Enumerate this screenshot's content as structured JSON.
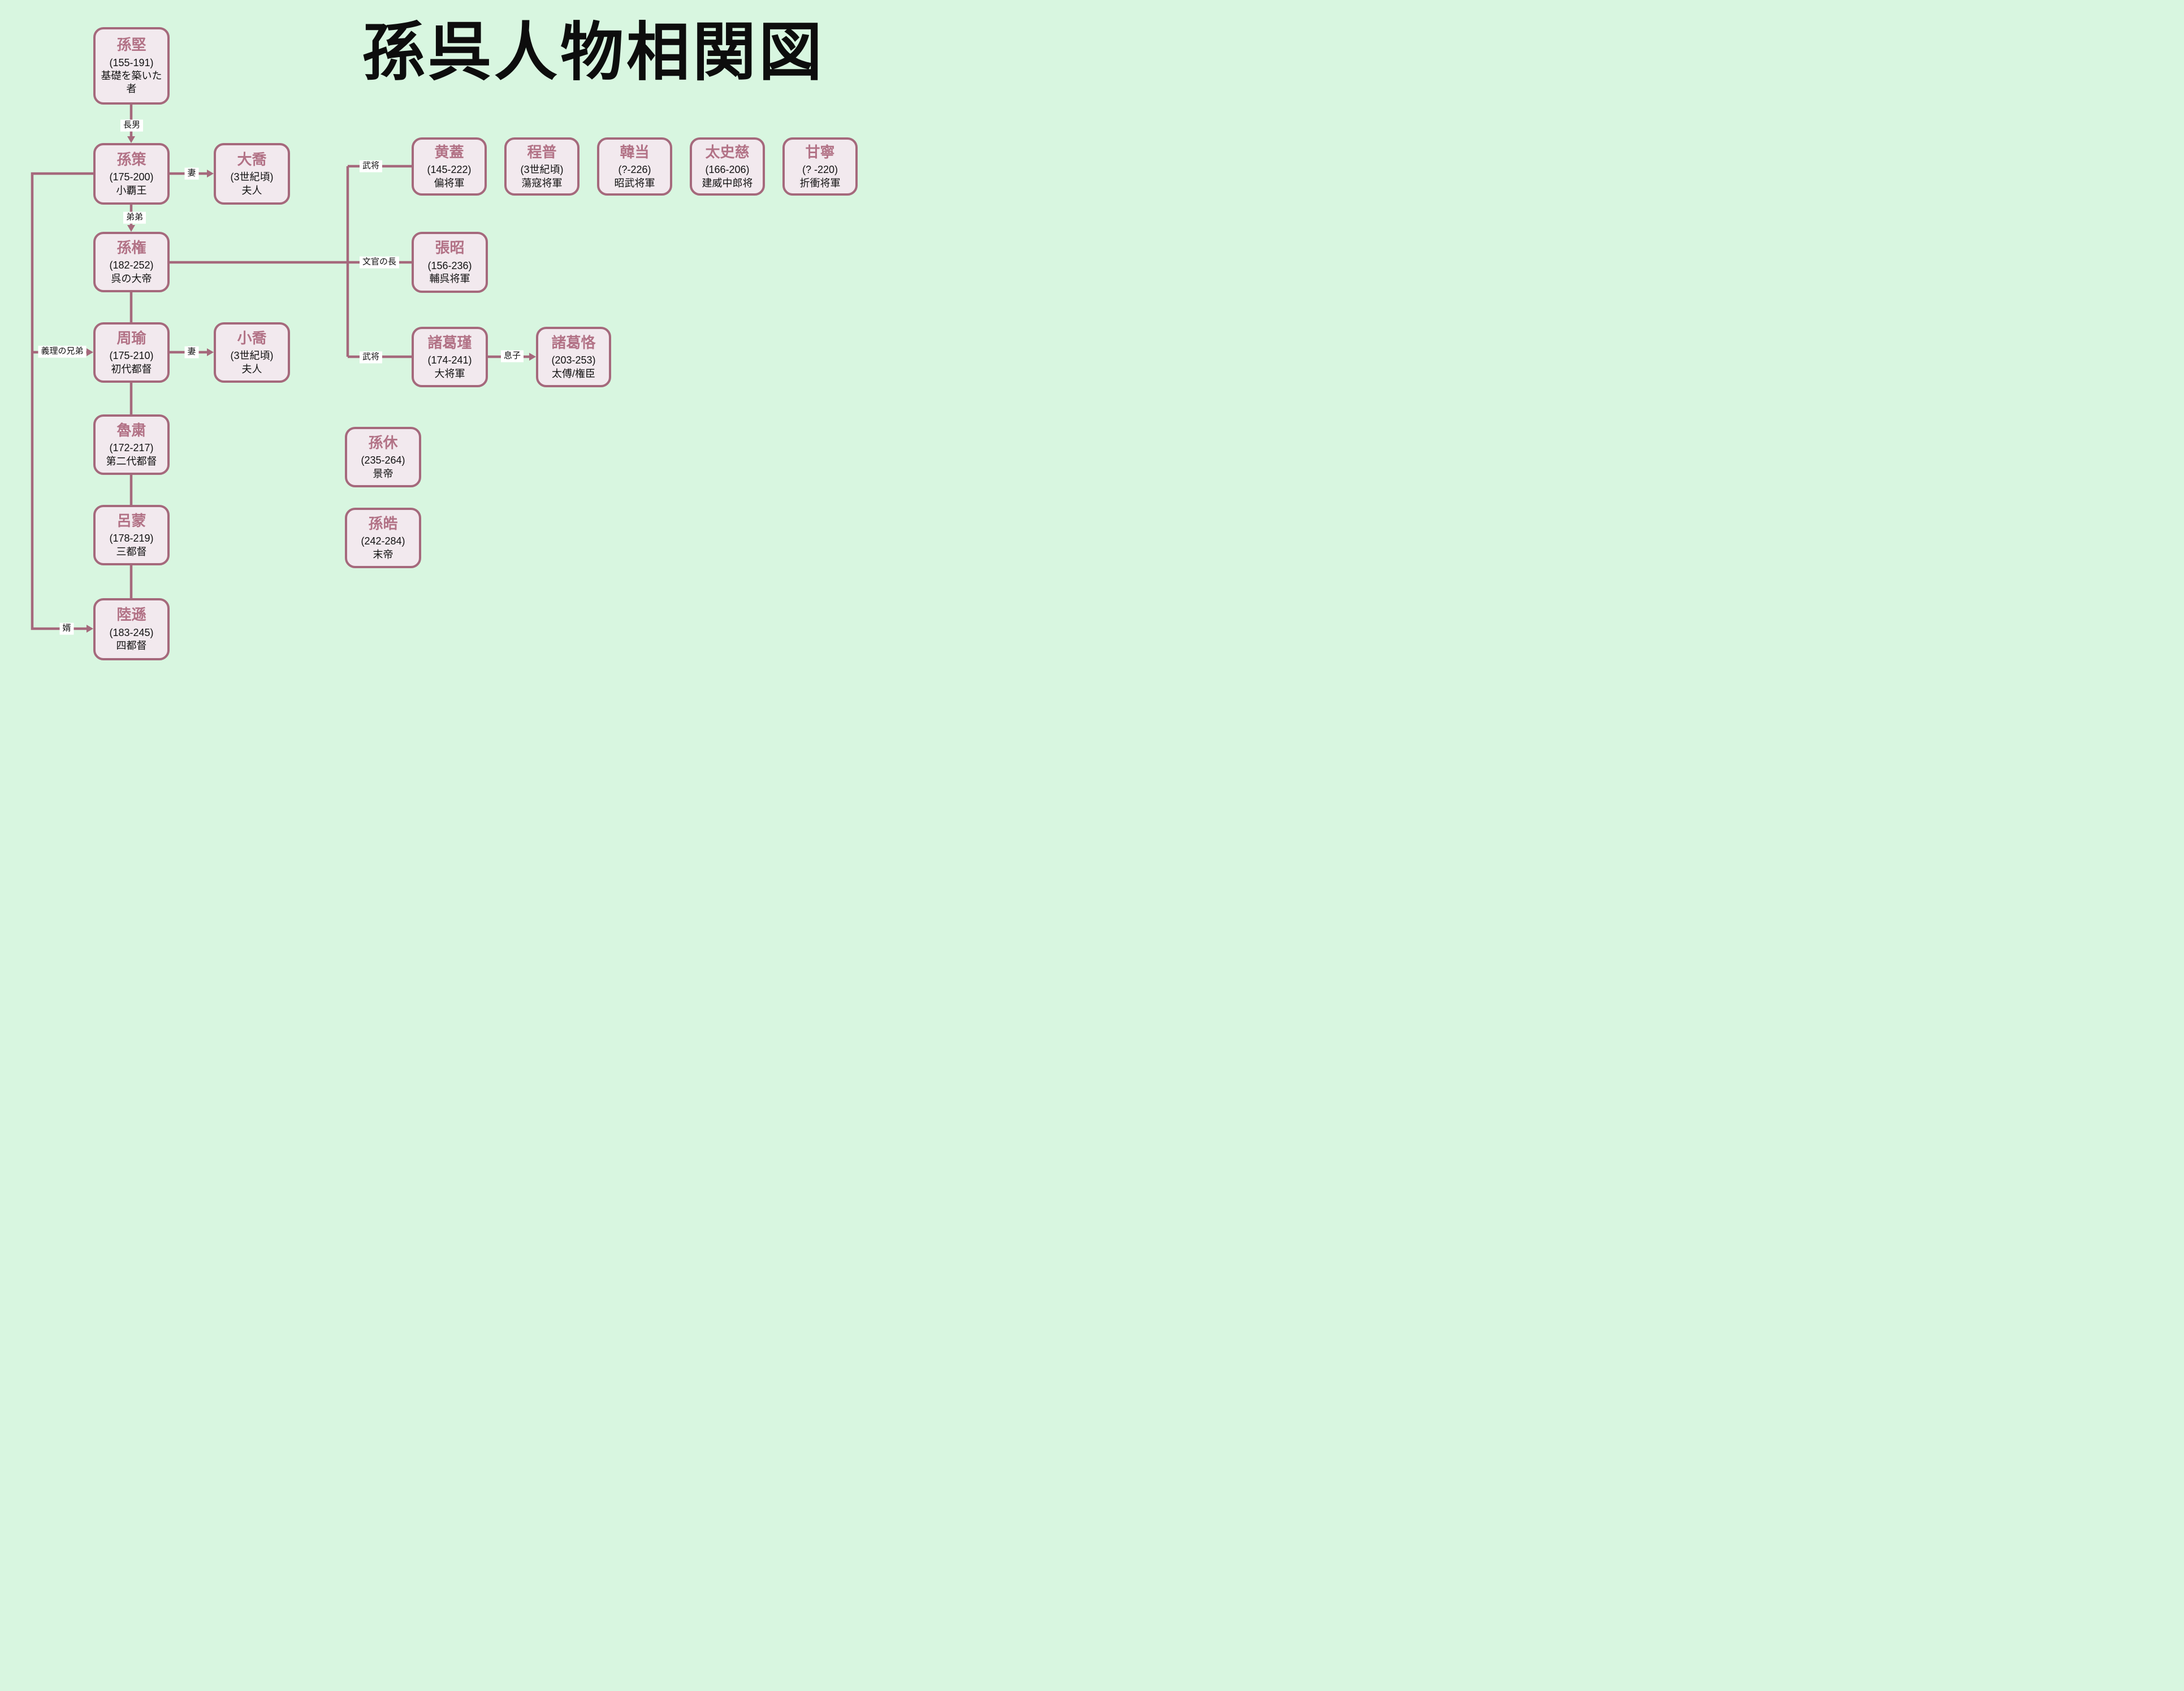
{
  "title": "孫呉人物相関図",
  "colors": {
    "background": "#d8f6e0",
    "node_fill": "#f2e9ee",
    "node_border": "#a5697c",
    "node_name_text": "#b27286",
    "connector": "#a5697c",
    "edge_label_bg": "#ffffff",
    "text": "#111111"
  },
  "nodes": [
    {
      "id": "sun-jian",
      "name": "孫堅",
      "dates": "(155-191)",
      "role": "基礎を築いた者"
    },
    {
      "id": "sun-ce",
      "name": "孫策",
      "dates": "(175-200)",
      "role": "小覇王"
    },
    {
      "id": "da-qiao",
      "name": "大喬",
      "dates": "(3世紀頃)",
      "role": "夫人"
    },
    {
      "id": "sun-quan",
      "name": "孫権",
      "dates": "(182-252)",
      "role": "呉の大帝"
    },
    {
      "id": "zhou-yu",
      "name": "周瑜",
      "dates": "(175-210)",
      "role": "初代都督"
    },
    {
      "id": "xiao-qiao",
      "name": "小喬",
      "dates": "(3世紀頃)",
      "role": "夫人"
    },
    {
      "id": "lu-su",
      "name": "魯粛",
      "dates": "(172-217)",
      "role": "第二代都督"
    },
    {
      "id": "lyu-meng",
      "name": "呂蒙",
      "dates": "(178-219)",
      "role": "三都督"
    },
    {
      "id": "lu-xun",
      "name": "陸遜",
      "dates": "(183-245)",
      "role": "四都督"
    },
    {
      "id": "huang-gai",
      "name": "黄蓋",
      "dates": "(145-222)",
      "role": "偏将軍"
    },
    {
      "id": "cheng-pu",
      "name": "程普",
      "dates": "(3世紀頃)",
      "role": "蕩寇将軍"
    },
    {
      "id": "han-dang",
      "name": "韓当",
      "dates": "(?-226)",
      "role": "昭武将軍"
    },
    {
      "id": "taishi-ci",
      "name": "太史慈",
      "dates": "(166-206)",
      "role": "建威中郎将"
    },
    {
      "id": "gan-ning",
      "name": "甘寧",
      "dates": "(? -220)",
      "role": "折衝将軍"
    },
    {
      "id": "zhang-zhao",
      "name": "張昭",
      "dates": "(156-236)",
      "role": "輔呉将軍"
    },
    {
      "id": "zhuge-jin",
      "name": "諸葛瑾",
      "dates": "(174-241)",
      "role": "大将軍"
    },
    {
      "id": "zhuge-ke",
      "name": "諸葛恪",
      "dates": "(203-253)",
      "role": "太傅/権臣"
    },
    {
      "id": "sun-xiu",
      "name": "孫休",
      "dates": "(235-264)",
      "role": "景帝"
    },
    {
      "id": "sun-hao",
      "name": "孫皓",
      "dates": "(242-284)",
      "role": "末帝"
    }
  ],
  "edges": [
    {
      "from": "孫堅",
      "to": "孫策",
      "label": "長男",
      "arrow": true
    },
    {
      "from": "孫策",
      "to": "孫権",
      "label": "弟弟",
      "arrow": true
    },
    {
      "from": "孫策",
      "to": "大喬",
      "label": "妻",
      "arrow": true
    },
    {
      "from": "周瑜",
      "to": "小喬",
      "label": "妻",
      "arrow": true
    },
    {
      "from": "孫策",
      "to": "周瑜",
      "label": "義理の兄弟",
      "arrow": true
    },
    {
      "from": "孫策",
      "to": "陸遜",
      "label": "婿",
      "arrow": true
    },
    {
      "from": "孫権",
      "to": "黄蓋",
      "label": "武将",
      "arrow": false
    },
    {
      "from": "孫権",
      "to": "張昭",
      "label": "文官の長",
      "arrow": false
    },
    {
      "from": "孫権",
      "to": "諸葛瑾",
      "label": "武将",
      "arrow": false
    },
    {
      "from": "諸葛瑾",
      "to": "諸葛恪",
      "label": "息子",
      "arrow": true
    },
    {
      "from": "孫権",
      "to": "周瑜",
      "label": "",
      "arrow": false
    },
    {
      "from": "周瑜",
      "to": "魯粛",
      "label": "",
      "arrow": false
    },
    {
      "from": "魯粛",
      "to": "呂蒙",
      "label": "",
      "arrow": false
    },
    {
      "from": "呂蒙",
      "to": "陸遜",
      "label": "",
      "arrow": false
    }
  ]
}
